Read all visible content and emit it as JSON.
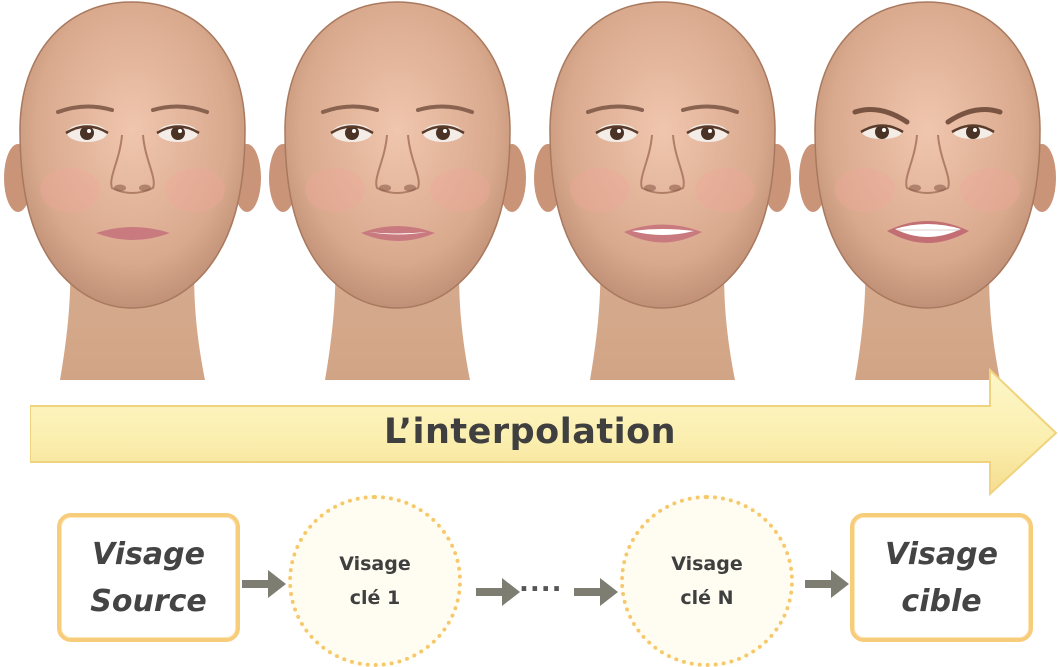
{
  "banner": {
    "label": "L’interpolation",
    "color": "#fbf1b3"
  },
  "faces": [
    {
      "name": "source",
      "expression": "neutral"
    },
    {
      "name": "key-1",
      "expression": "slight-open"
    },
    {
      "name": "key-n",
      "expression": "open"
    },
    {
      "name": "target",
      "expression": "anger"
    }
  ],
  "flow": {
    "source": {
      "line1": "Visage",
      "line2": "Source"
    },
    "key1": {
      "line1": "Visage",
      "line2": "clé 1"
    },
    "ellipsis": "....",
    "keyN": {
      "line1": "Visage",
      "line2": "clé N"
    },
    "target": {
      "line1": "Visage",
      "line2": "cible"
    }
  },
  "colors": {
    "box_border": "#f7cc7a",
    "circle_border": "#f6c86c",
    "arrow": "#7d7d72",
    "skin": "#d8a88e"
  }
}
